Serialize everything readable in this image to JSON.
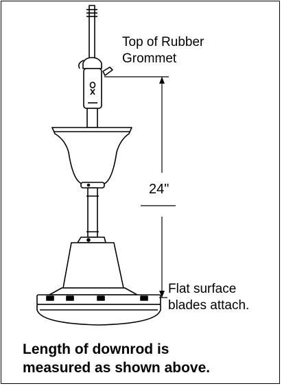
{
  "labels": {
    "top_line1": "Top of Rubber",
    "top_line2": "Grommet",
    "dimension": "24\"",
    "flat_line1": "Flat surface",
    "flat_line2": "blades attach."
  },
  "caption": {
    "line1": "Length of downrod is",
    "line2": "measured as shown above."
  }
}
